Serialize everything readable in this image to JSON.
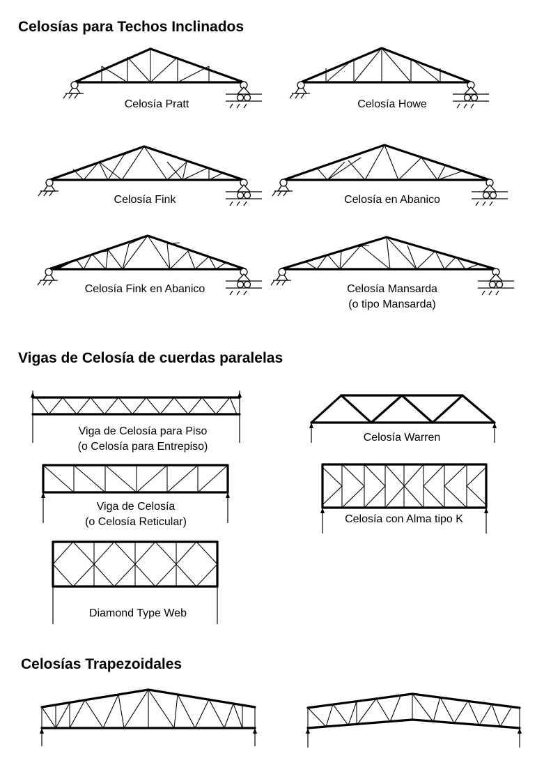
{
  "sections": [
    {
      "title": "Celosías para Techos Inclinados"
    },
    {
      "title": "Vigas de Celosía de cuerdas paralelas"
    },
    {
      "title": "Celosías Trapezoidales"
    }
  ],
  "trusses": [
    {
      "label": "Celosía Pratt"
    },
    {
      "label": "Celosía Howe"
    },
    {
      "label": "Celosía Fink"
    },
    {
      "label": "Celosía en Abanico"
    },
    {
      "label": "Celosía Fink en Abanico"
    },
    {
      "label": "Celosía Mansarda",
      "label2": "(o tipo Mansarda)"
    },
    {
      "label": "Viga de Celosía para Piso",
      "label2": "(o Celosía para Entrepiso)"
    },
    {
      "label": "Celosía Warren"
    },
    {
      "label": "Viga de Celosía",
      "label2": "(o Celosía Reticular)"
    },
    {
      "label": "Celosía con Alma tipo K"
    },
    {
      "label": "Diamond Type Web"
    }
  ]
}
